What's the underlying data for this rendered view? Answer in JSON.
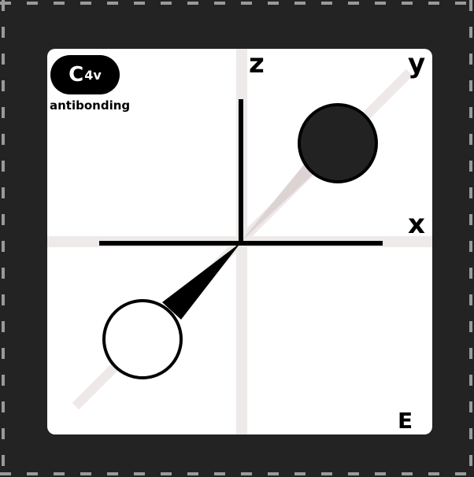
{
  "badge": {
    "symbol": "C",
    "subscript": "4v"
  },
  "bond_character": "antibonding",
  "axes": {
    "x": "x",
    "y": "y",
    "z": "z"
  },
  "energy_label": "E",
  "colors": {
    "background": "#232323",
    "panel": "#ffffff",
    "axis": "#000000",
    "guide": "#ece8e8",
    "lobe_filled": "#222222",
    "lobe_empty": "#ffffff"
  }
}
